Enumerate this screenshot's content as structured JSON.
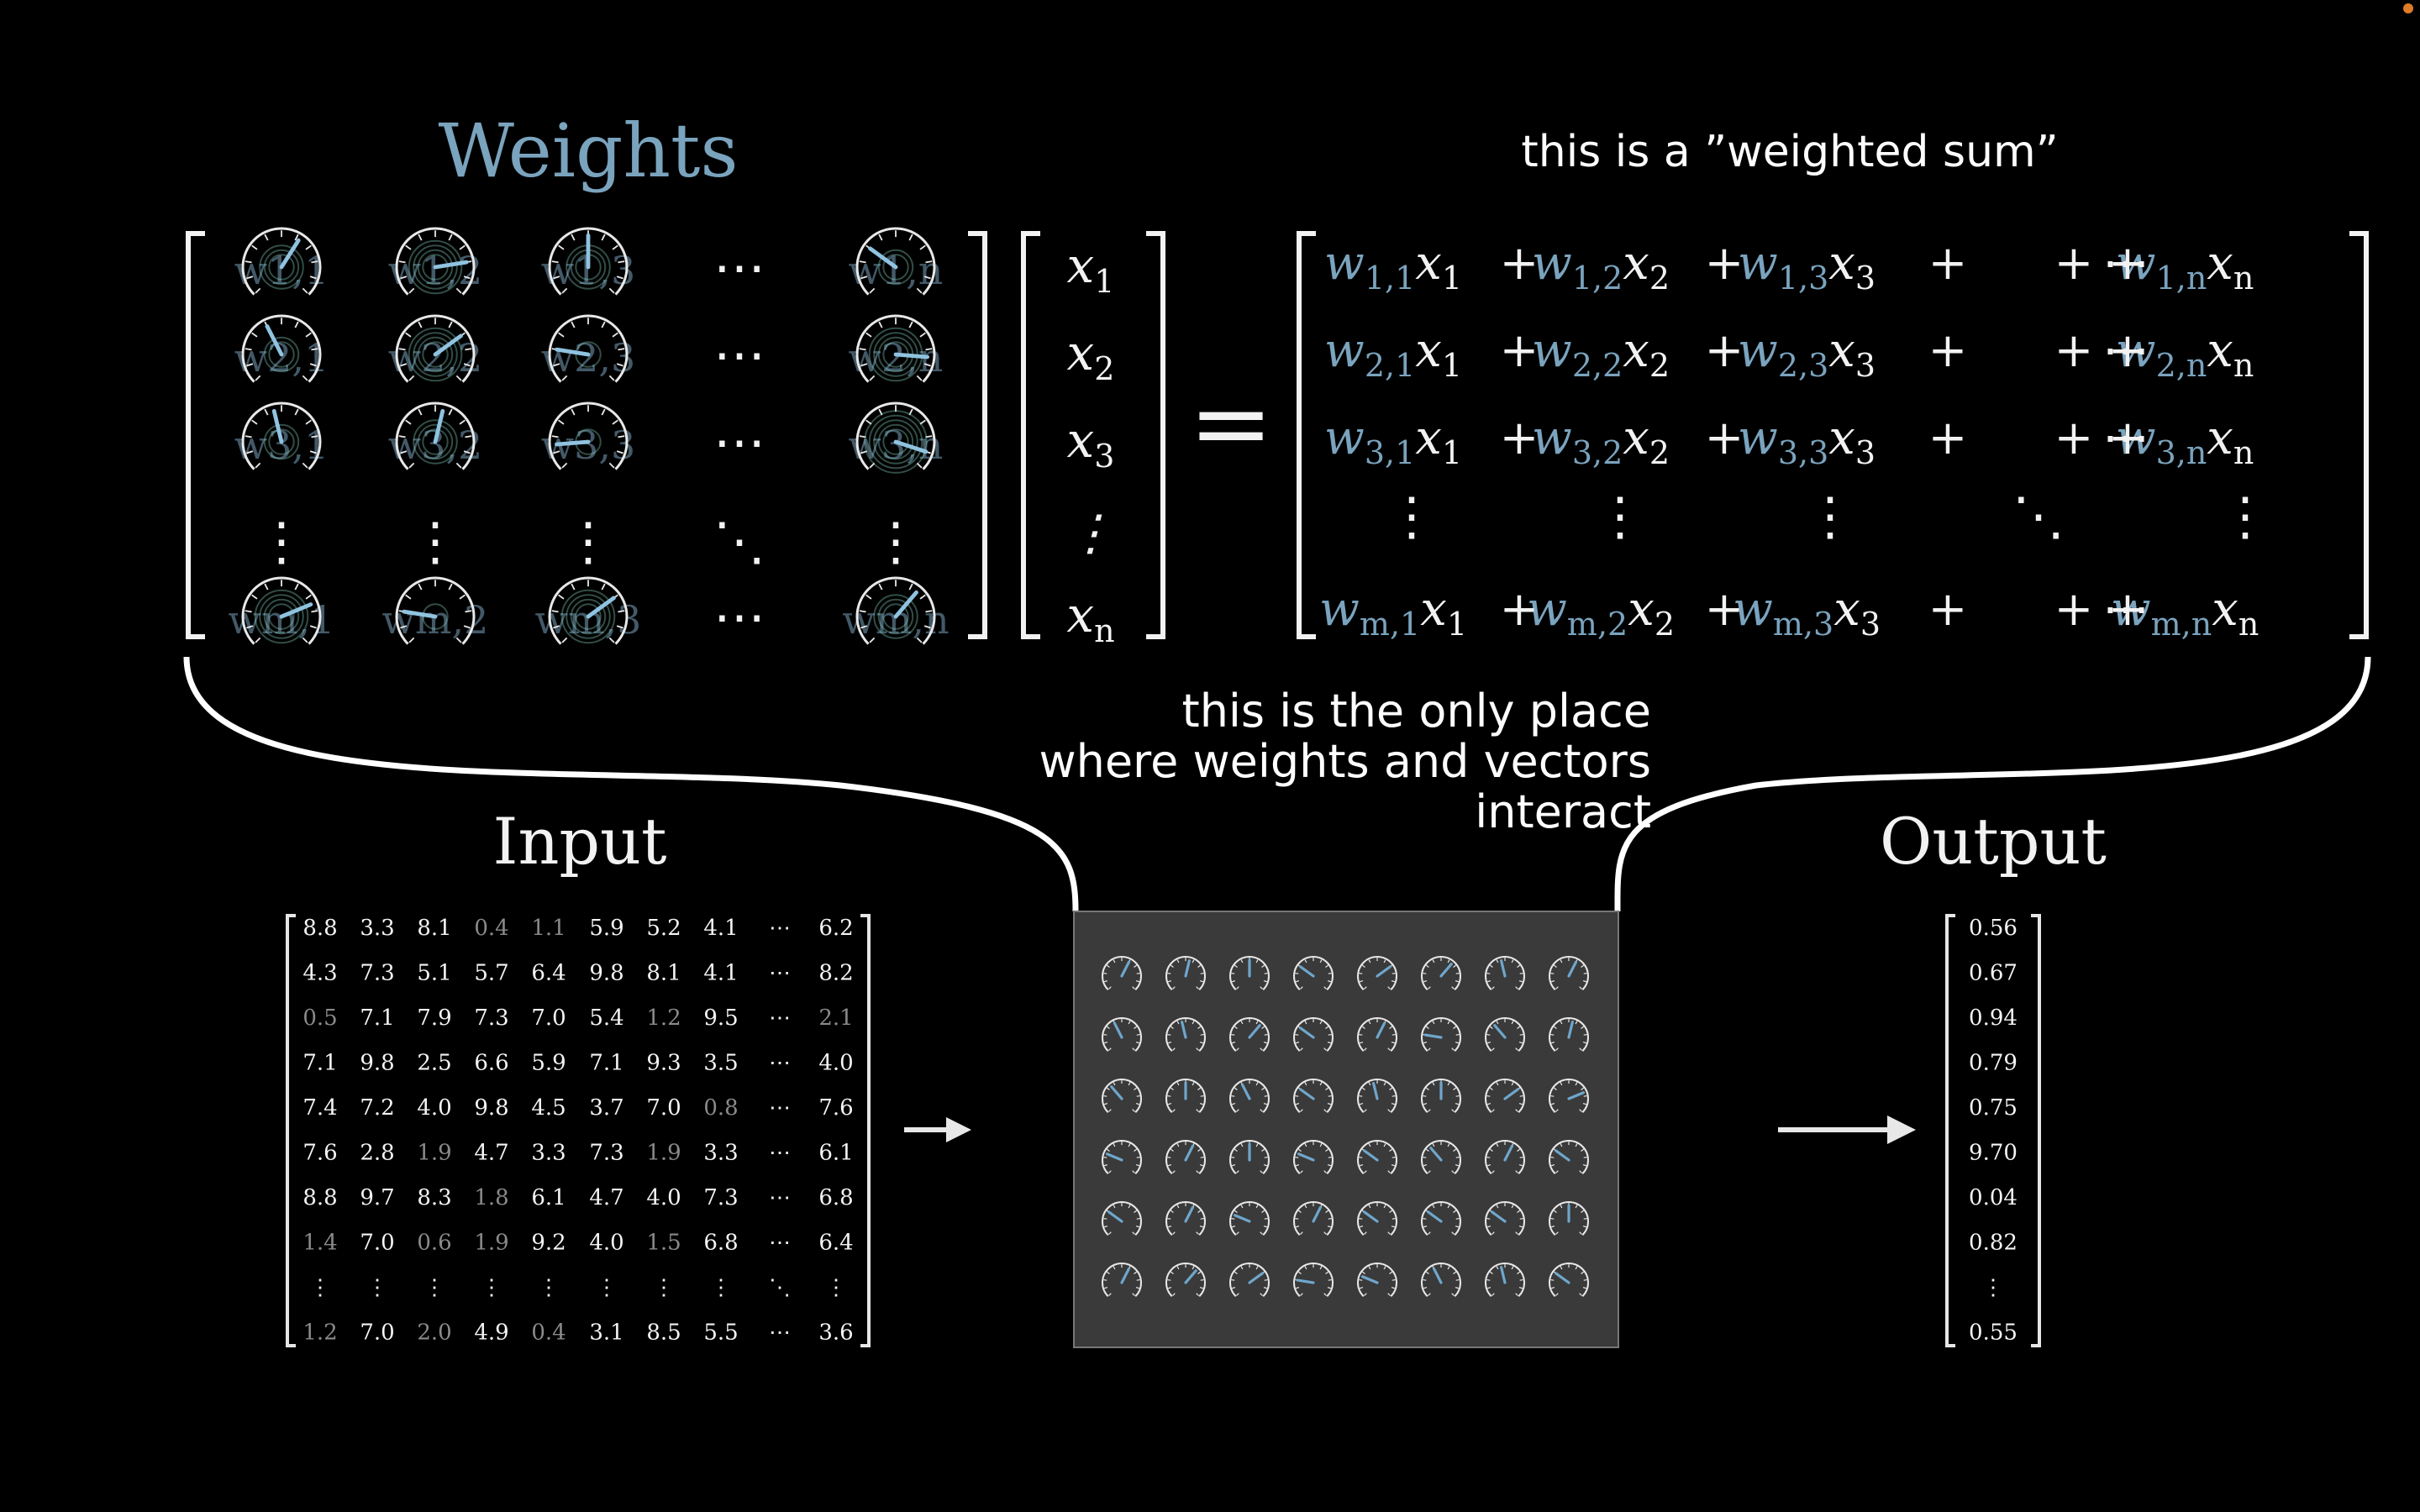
{
  "weights_title": "Weights",
  "weighted_sum_caption": "this is a ”weighted sum”",
  "interact_caption": [
    "this is the only place",
    "where weights and vectors",
    "interact"
  ],
  "input_title": "Input",
  "output_title": "Output",
  "weight_matrix": {
    "labels": [
      [
        "w1,1",
        "w1,2",
        "w1,3",
        "⋯",
        "w1,n"
      ],
      [
        "w2,1",
        "w2,2",
        "w2,3",
        "⋯",
        "w2,n"
      ],
      [
        "w3,1",
        "w3,2",
        "w3,3",
        "⋯",
        "w3,n"
      ],
      [
        "⋮",
        "⋮",
        "⋮",
        "⋱",
        "⋮"
      ],
      [
        "wm,1",
        "wm,2",
        "wm,3",
        "⋯",
        "wm,n"
      ]
    ],
    "dial_levels": [
      [
        0.62,
        0.8,
        0.5,
        null,
        0.3
      ],
      [
        0.4,
        0.7,
        0.2,
        null,
        0.85
      ],
      [
        0.45,
        0.55,
        0.15,
        null,
        0.9
      ],
      [
        null,
        null,
        null,
        null,
        null
      ],
      [
        0.75,
        0.2,
        0.7,
        null,
        0.65
      ]
    ]
  },
  "x_vector": [
    "x",
    "x",
    "x",
    "⋮",
    "x"
  ],
  "x_subscripts": [
    "1",
    "2",
    "3",
    "",
    "n"
  ],
  "equals": "=",
  "result_rows": [
    {
      "terms": [
        {
          "w": "w",
          "wsub": "1,1",
          "x": "x",
          "xsub": "1"
        },
        {
          "w": "w",
          "wsub": "1,2",
          "x": "x",
          "xsub": "2"
        },
        {
          "w": "w",
          "wsub": "1,3",
          "x": "x",
          "xsub": "3"
        },
        {
          "w": "w",
          "wsub": "1,n",
          "x": "x",
          "xsub": "n"
        }
      ]
    },
    {
      "terms": [
        {
          "w": "w",
          "wsub": "2,1",
          "x": "x",
          "xsub": "1"
        },
        {
          "w": "w",
          "wsub": "2,2",
          "x": "x",
          "xsub": "2"
        },
        {
          "w": "w",
          "wsub": "2,3",
          "x": "x",
          "xsub": "3"
        },
        {
          "w": "w",
          "wsub": "2,n",
          "x": "x",
          "xsub": "n"
        }
      ]
    },
    {
      "terms": [
        {
          "w": "w",
          "wsub": "3,1",
          "x": "x",
          "xsub": "1"
        },
        {
          "w": "w",
          "wsub": "3,2",
          "x": "x",
          "xsub": "2"
        },
        {
          "w": "w",
          "wsub": "3,3",
          "x": "x",
          "xsub": "3"
        },
        {
          "w": "w",
          "wsub": "3,n",
          "x": "x",
          "xsub": "n"
        }
      ]
    },
    {
      "terms": [
        {
          "w": "w",
          "wsub": "m,1",
          "x": "x",
          "xsub": "1"
        },
        {
          "w": "w",
          "wsub": "m,2",
          "x": "x",
          "xsub": "2"
        },
        {
          "w": "w",
          "wsub": "m,3",
          "x": "x",
          "xsub": "3"
        },
        {
          "w": "w",
          "wsub": "m,n",
          "x": "x",
          "xsub": "n"
        }
      ]
    }
  ],
  "plus": "+",
  "hdots": "⋯",
  "vdots": "⋮",
  "ddots": "⋱",
  "input_matrix": [
    [
      "8.8",
      "3.3",
      "8.1",
      "0.4",
      "1.1",
      "5.9",
      "5.2",
      "4.1",
      "⋯",
      "6.2"
    ],
    [
      "4.3",
      "7.3",
      "5.1",
      "5.7",
      "6.4",
      "9.8",
      "8.1",
      "4.1",
      "⋯",
      "8.2"
    ],
    [
      "0.5",
      "7.1",
      "7.9",
      "7.3",
      "7.0",
      "5.4",
      "1.2",
      "9.5",
      "⋯",
      "2.1"
    ],
    [
      "7.1",
      "9.8",
      "2.5",
      "6.6",
      "5.9",
      "7.1",
      "9.3",
      "3.5",
      "⋯",
      "4.0"
    ],
    [
      "7.4",
      "7.2",
      "4.0",
      "9.8",
      "4.5",
      "3.7",
      "7.0",
      "0.8",
      "⋯",
      "7.6"
    ],
    [
      "7.6",
      "2.8",
      "1.9",
      "4.7",
      "3.3",
      "7.3",
      "1.9",
      "3.3",
      "⋯",
      "6.1"
    ],
    [
      "8.8",
      "9.7",
      "8.3",
      "1.8",
      "6.1",
      "4.7",
      "4.0",
      "7.3",
      "⋯",
      "6.8"
    ],
    [
      "1.4",
      "7.0",
      "0.6",
      "1.9",
      "9.2",
      "4.0",
      "1.5",
      "6.8",
      "⋯",
      "6.4"
    ],
    [
      "⋮",
      "⋮",
      "⋮",
      "⋮",
      "⋮",
      "⋮",
      "⋮",
      "⋮",
      "⋱",
      "⋮"
    ],
    [
      "1.2",
      "7.0",
      "2.0",
      "4.9",
      "0.4",
      "3.1",
      "8.5",
      "5.5",
      "⋯",
      "3.6"
    ]
  ],
  "output_vector": [
    "0.56",
    "0.67",
    "0.94",
    "0.79",
    "0.75",
    "9.70",
    "0.04",
    "0.82",
    "⋮",
    "0.55"
  ],
  "machine_dial_levels": [
    [
      0.6,
      0.55,
      0.5,
      0.3,
      0.7,
      0.65,
      0.45,
      0.6
    ],
    [
      0.4,
      0.45,
      0.65,
      0.3,
      0.6,
      0.2,
      0.35,
      0.55
    ],
    [
      0.35,
      0.5,
      0.4,
      0.3,
      0.45,
      0.5,
      0.7,
      0.75
    ],
    [
      0.25,
      0.6,
      0.5,
      0.25,
      0.3,
      0.35,
      0.6,
      0.3
    ],
    [
      0.3,
      0.6,
      0.25,
      0.6,
      0.3,
      0.3,
      0.3,
      0.5
    ],
    [
      0.6,
      0.65,
      0.7,
      0.2,
      0.25,
      0.4,
      0.45,
      0.3
    ]
  ],
  "colors": {
    "background": "#000000",
    "weight_blue": "#7aa3be",
    "machine_box": "#3a3a3a",
    "arrow": "#e8e8e8"
  }
}
